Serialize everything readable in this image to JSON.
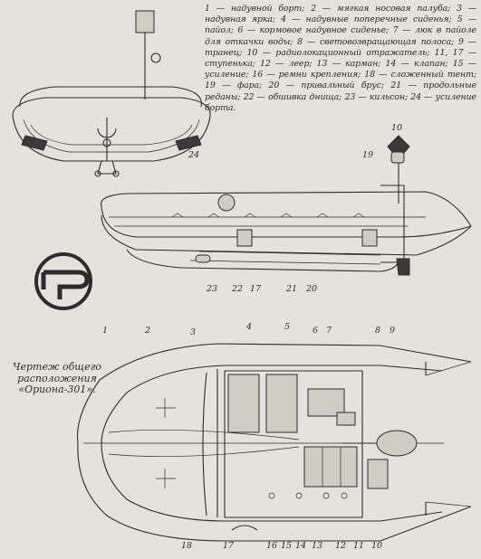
{
  "legend_text": "1 — надувной борт; 2 — мягкая носовая палуба; 3 — надувная ярка; 4 — надувные поперечные сиденья; 5 — пайол; 6 — кормовое надувное сиденье; 7 — люк в пайоле для откачки воды; 8 — световозвращающая полоса; 9 — транец; 10 — радиолокационный отражатель; 11, 17 — ступенька; 12 — леер; 13 — карман; 14 — клапан; 15 — усиление; 16 — ремни крепления; 18 — сложенный тент; 19 — фара; 20 — привальный брус; 21 — продольные реданы; 22 — обшивка днища; 23 — кильсон; 24 — усиление борта.",
  "caption_text": "Чертеж общего расположения «Ориона-301».",
  "callouts": {
    "n24": "24",
    "n10": "10",
    "n19": "19",
    "n23": "23",
    "n22": "22",
    "n17a": "17",
    "n21": "21",
    "n20": "20",
    "n1": "1",
    "n2": "2",
    "n3": "3",
    "n4": "4",
    "n5": "5",
    "n6": "6",
    "n7": "7",
    "n8": "8",
    "n9": "9",
    "n18": "18",
    "n17b": "17",
    "n16": "16",
    "n15": "15",
    "n14": "14",
    "n13": "13",
    "n12": "12",
    "n11": "11",
    "n10b": "10"
  }
}
